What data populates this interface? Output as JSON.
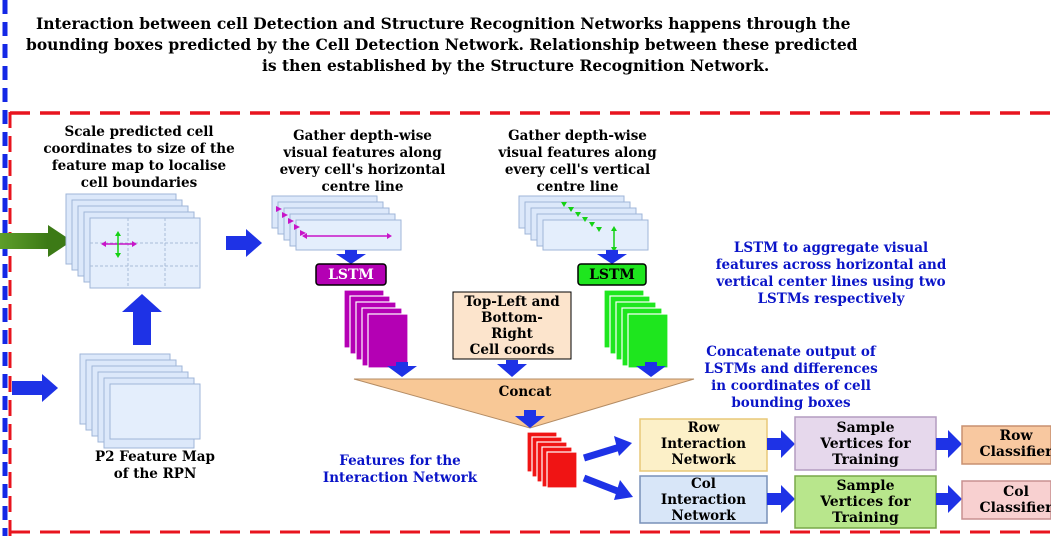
{
  "intro": {
    "line1": "Interaction between cell Detection and Structure Recognition Networks happens through the",
    "line2": "bounding boxes predicted by the Cell Detection Network. Relationship between these predicted",
    "line3": "is then established by the Structure Recognition Network."
  },
  "steps": {
    "scale_line1": "Scale predicted cell",
    "scale_line2": "coordinates to size of the",
    "scale_line3": "feature map to localise",
    "scale_line4": "cell boundaries",
    "gather_h_line1": "Gather depth-wise",
    "gather_h_line2": "visual features along",
    "gather_h_line3": "every cell's horizontal",
    "gather_h_line4": "centre line",
    "gather_v_line1": "Gather depth-wise",
    "gather_v_line2": "visual features along",
    "gather_v_line3": "every cell's vertical",
    "gather_v_line4": "centre line",
    "p2_line1": "P2 Feature Map",
    "p2_line2": "of the RPN"
  },
  "lstm": {
    "left_label": "LSTM",
    "right_label": "LSTM",
    "note_line1": "LSTM to aggregate visual",
    "note_line2": "features across horizontal and",
    "note_line3": "vertical center lines using two",
    "note_line4": "LSTMs respectively"
  },
  "coords_box": {
    "line1": "Top-Left and",
    "line2": "Bottom-",
    "line3": "Right",
    "line4": "Cell coords"
  },
  "concat": {
    "label": "Concat",
    "note_line1": "Concatenate output of",
    "note_line2": "LSTMs and differences",
    "note_line3": "in coordinates of cell",
    "note_line4": "bounding boxes"
  },
  "features_note": {
    "line1": "Features for the",
    "line2": "Interaction Network"
  },
  "row_branch": {
    "interaction_line1": "Row",
    "interaction_line2": "Interaction",
    "interaction_line3": "Network",
    "sample_line1": "Sample",
    "sample_line2": "Vertices for",
    "sample_line3": "Training",
    "classifier_line1": "Row",
    "classifier_line2": "Classifier"
  },
  "col_branch": {
    "interaction_line1": "Col",
    "interaction_line2": "Interaction",
    "interaction_line3": "Network",
    "sample_line1": "Sample",
    "sample_line2": "Vertices for",
    "sample_line3": "Training",
    "classifier_line1": "Col",
    "classifier_line2": "Classifier"
  },
  "colors": {
    "dash_red": "#e8141e",
    "dash_blue": "#1428e6",
    "arrow_blue": "#1e32e6",
    "arrow_green": "#4b8c1e",
    "lstm_purple": "#b400b4",
    "lstm_green": "#1ee61e",
    "map_blue": "#dce8fa",
    "concat_peach": "#f8c896",
    "coords_peach": "#fce4cc",
    "cell_red": "#f01414",
    "row_box": "#fcf0c8",
    "row_sample": "#e6d8ec",
    "row_classifier": "#f8c8a0",
    "col_box": "#d8e6f8",
    "col_sample": "#b8e68c",
    "col_classifier": "#f8d0d0",
    "note_blue": "#0a14c8"
  }
}
